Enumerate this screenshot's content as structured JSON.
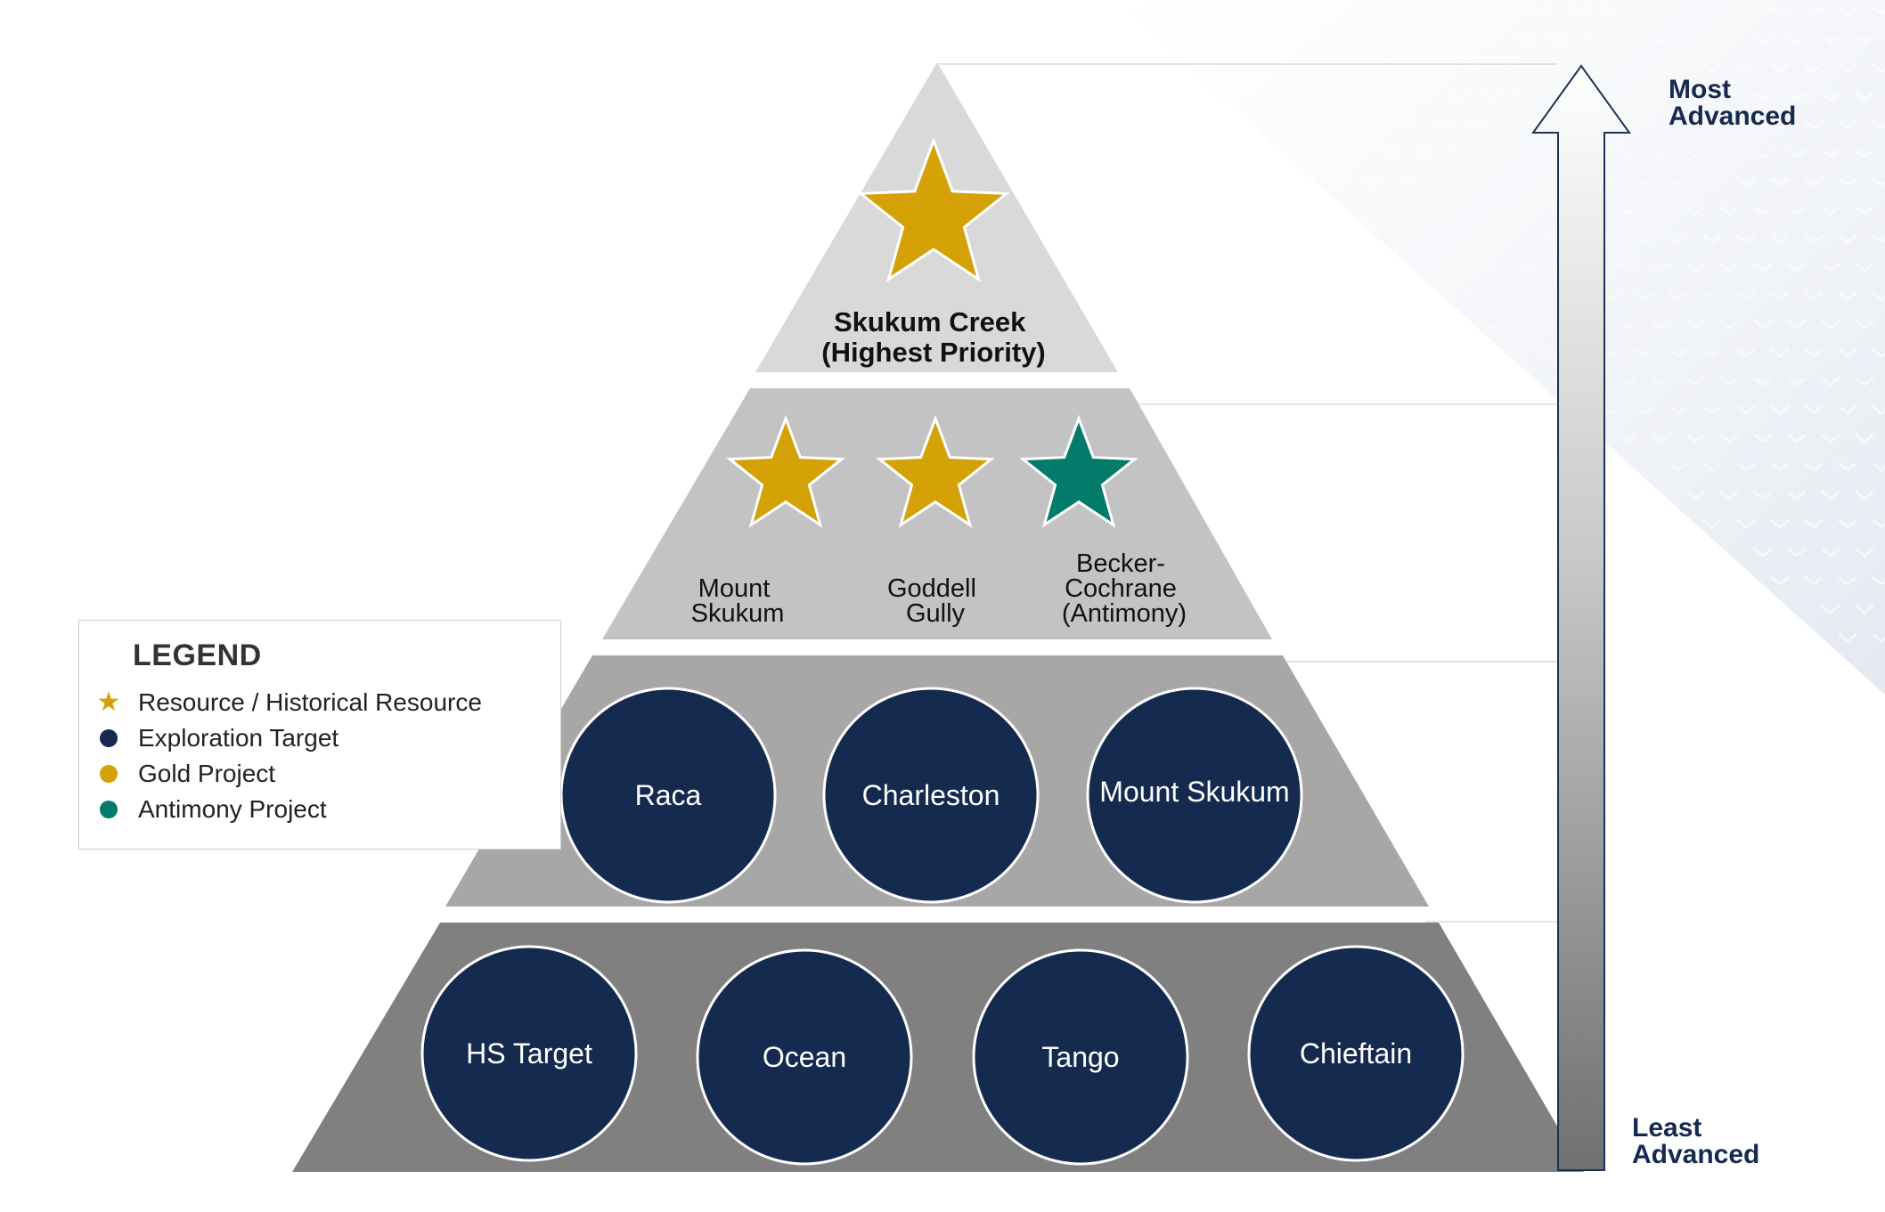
{
  "colors": {
    "gold": "#d4a106",
    "antimony": "#037b6b",
    "navy": "#152a4f",
    "tier1": "#d9d9d9",
    "tier2": "#c3c3c3",
    "tier3": "#a7a7a7",
    "tier4": "#808080",
    "arrowLabel": "#152a4f"
  },
  "legend": {
    "title": "LEGEND",
    "items": [
      {
        "marker": "star",
        "color": "#d4a106",
        "label": "Resource / Historical Resource"
      },
      {
        "marker": "dot",
        "color": "#152a4f",
        "label": "Exploration Target"
      },
      {
        "marker": "dot",
        "color": "#d4a106",
        "label": "Gold Project"
      },
      {
        "marker": "dot",
        "color": "#037b6b",
        "label": "Antimony Project"
      }
    ]
  },
  "pyramid": {
    "top": {
      "lines": [
        "Skukum Creek",
        "(Highest Priority)"
      ]
    },
    "resources": [
      {
        "lines": [
          "Mount",
          "Skukum"
        ],
        "kind": "gold"
      },
      {
        "lines": [
          "Goddell",
          "Gully"
        ],
        "kind": "gold"
      },
      {
        "lines": [
          "Becker-",
          "Cochrane",
          "(Antimony)"
        ],
        "kind": "antimony"
      }
    ],
    "targets_tier3": [
      "Raca",
      "Charleston",
      "Mount Skukum"
    ],
    "targets_tier4": [
      "HS Target",
      "Ocean",
      "Tango",
      "Chieftain"
    ]
  },
  "arrow": {
    "top_lines": [
      "Most",
      "Advanced"
    ],
    "bottom_lines": [
      "Least",
      "Advanced"
    ]
  }
}
